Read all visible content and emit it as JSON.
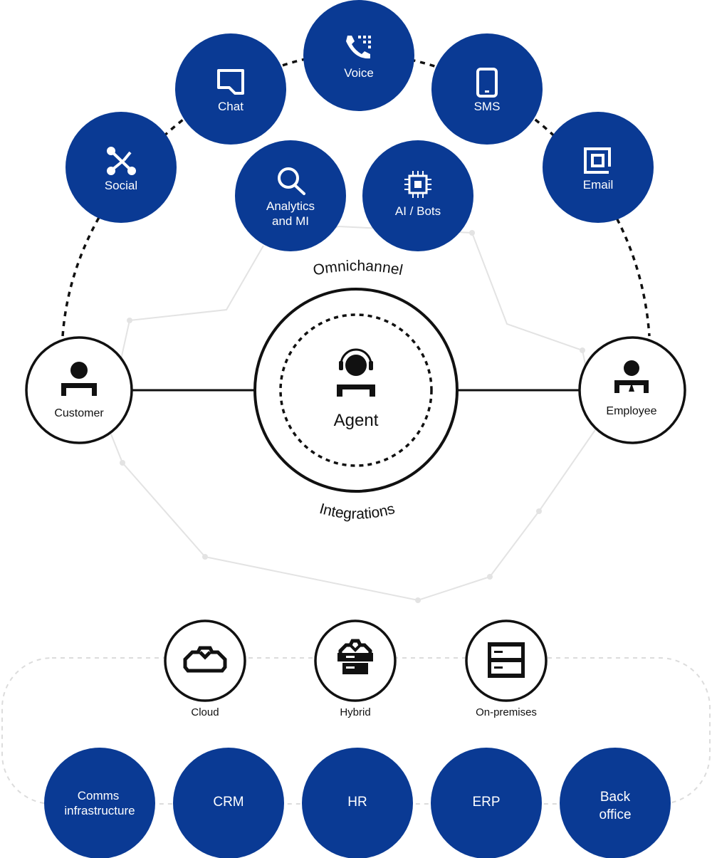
{
  "diagram": {
    "channels": [
      {
        "key": "social",
        "label": "Social",
        "icon": "share-icon"
      },
      {
        "key": "chat",
        "label": "Chat",
        "icon": "chat-bubble-icon"
      },
      {
        "key": "voice",
        "label": "Voice",
        "icon": "phone-keypad-icon"
      },
      {
        "key": "sms",
        "label": "SMS",
        "icon": "mobile-phone-icon"
      },
      {
        "key": "email",
        "label": "Email",
        "icon": "at-sign-icon"
      },
      {
        "key": "analytics",
        "label_line1": "Analytics",
        "label_line2": "and MI",
        "icon": "magnifier-icon"
      },
      {
        "key": "ai",
        "label": "AI / Bots",
        "icon": "chip-icon"
      }
    ],
    "omnichannel_label": "Omnichannel",
    "integrations_label": "Integrations",
    "customer": {
      "label": "Customer",
      "icon": "person-icon"
    },
    "agent": {
      "label": "Agent",
      "icon": "headset-agent-icon"
    },
    "employee": {
      "label": "Employee",
      "icon": "person-tie-icon"
    },
    "deployment": [
      {
        "key": "cloud",
        "label": "Cloud",
        "icon": "cloud-icon"
      },
      {
        "key": "hybrid",
        "label": "Hybrid",
        "icon": "hybrid-server-icon"
      },
      {
        "key": "onprem",
        "label": "On-premises",
        "icon": "server-rack-icon"
      }
    ],
    "systems": [
      {
        "key": "comms",
        "label_line1": "Comms",
        "label_line2": "infrastructure"
      },
      {
        "key": "crm",
        "label": "CRM"
      },
      {
        "key": "hr",
        "label": "HR"
      },
      {
        "key": "erp",
        "label": "ERP"
      },
      {
        "key": "backoffice",
        "label_line1": "Back",
        "label_line2": "office"
      }
    ],
    "colors": {
      "brand_blue": "#0a3a94",
      "line_dark": "#111111",
      "line_light": "#e2e2e2"
    }
  }
}
